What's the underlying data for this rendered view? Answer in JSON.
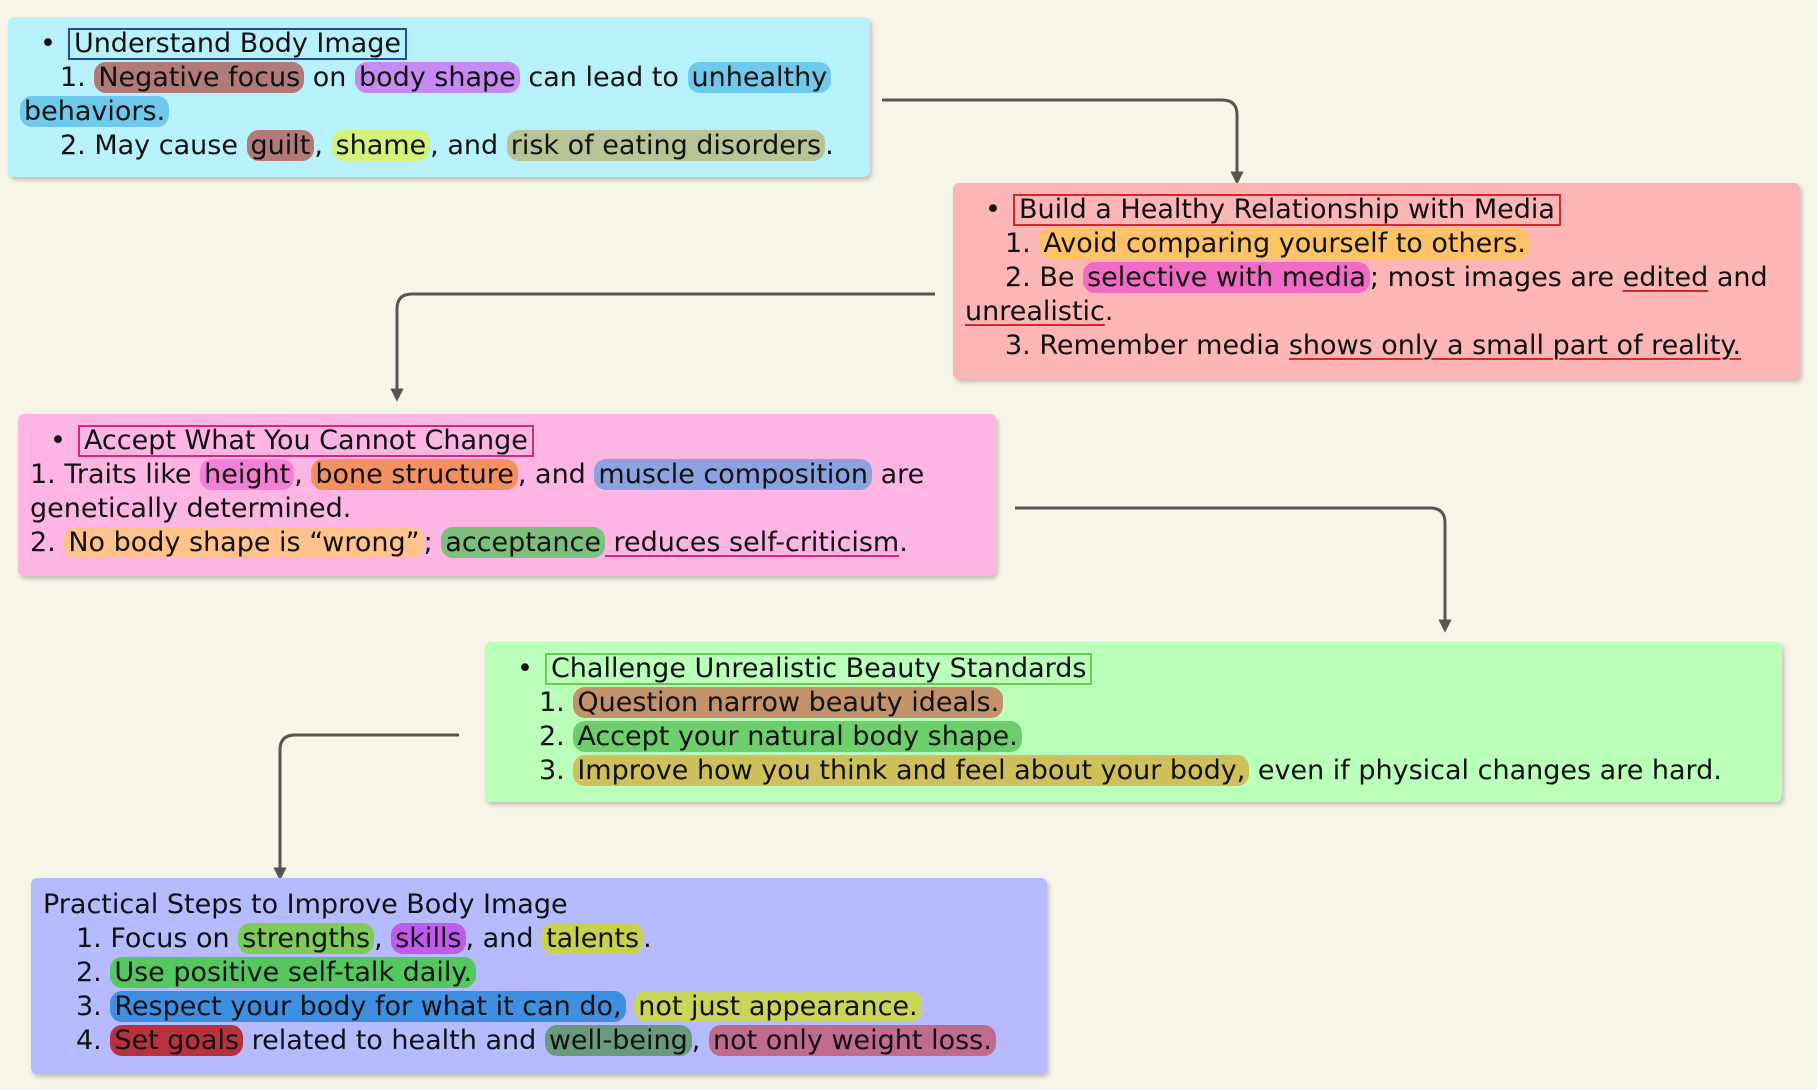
{
  "colors": {
    "arrow": "#555555",
    "card_blue": "#b7f1fb",
    "card_red": "#fdb6b6",
    "card_pink": "#fdb6e3",
    "card_green": "#baffba",
    "card_purple": "#b6baff"
  },
  "understand": {
    "title": "Understand Body Image",
    "title_border": "#1f4e9a",
    "lines": [
      [
        {
          "t": "1. "
        },
        {
          "t": "Negative focus",
          "hl": "#b07a78"
        },
        {
          "t": " on "
        },
        {
          "t": "body shape",
          "hl": "#c58bf2"
        },
        {
          "t": " can lead to "
        },
        {
          "t": "unhealthy",
          "hl": "#6ec9ea"
        }
      ],
      [
        {
          "t": "behaviors.",
          "hl": "#6ec9ea"
        }
      ],
      [
        {
          "t": "2. May cause "
        },
        {
          "t": "guilt",
          "hl": "#b07a78"
        },
        {
          "t": ", "
        },
        {
          "t": "shame",
          "hl": "#d4f27a"
        },
        {
          "t": ", and "
        },
        {
          "t": "risk of eating disorders",
          "hl": "#b8c496"
        },
        {
          "t": "."
        }
      ]
    ]
  },
  "media": {
    "title": "Build a Healthy Relationship with Media",
    "title_border": "#d9262d",
    "lines": [
      [
        {
          "t": "1. "
        },
        {
          "t": "Avoid comparing yourself to others.",
          "hl": "#ffc266"
        }
      ],
      [
        {
          "t": "2. Be "
        },
        {
          "t": "selective with media",
          "hl": "#f16ac3"
        },
        {
          "t": "; most images are "
        },
        {
          "t": "edited",
          "ul": "#d9262d"
        },
        {
          "t": " and"
        }
      ],
      [
        {
          "t": "unrealistic",
          "ul": "#d9262d"
        },
        {
          "t": "."
        }
      ],
      [
        {
          "t": "3. Remember media "
        },
        {
          "t": "shows only a small part of reality.",
          "ul": "#d9262d"
        }
      ]
    ]
  },
  "accept": {
    "title": "Accept What You Cannot Change",
    "title_border": "#d6287f",
    "lines": [
      [
        {
          "t": "1. Traits like "
        },
        {
          "t": "height",
          "hl": "#f37fd6"
        },
        {
          "t": ", "
        },
        {
          "t": "bone structure",
          "hl": "#f59161"
        },
        {
          "t": ", and "
        },
        {
          "t": "muscle composition",
          "hl": "#8aa2e0"
        },
        {
          "t": " are"
        }
      ],
      [
        {
          "t": "genetically determined."
        }
      ],
      [
        {
          "t": "2. "
        },
        {
          "t": "No body shape is “wrong”",
          "hl": "#ffc28a"
        },
        {
          "t": "; "
        },
        {
          "t": "acceptance",
          "hl": "#7dbf7d"
        },
        {
          "t": " reduces self-criticism",
          "ul": "#d6287f"
        },
        {
          "t": "."
        }
      ]
    ]
  },
  "challenge": {
    "title": "Challenge Unrealistic Beauty Standards",
    "title_border": "#6dc94c",
    "lines": [
      [
        {
          "t": "1. "
        },
        {
          "t": "Question narrow beauty ideals.",
          "hl": "#c2926a"
        }
      ],
      [
        {
          "t": "2. "
        },
        {
          "t": "Accept your natural body shape.",
          "hl": "#6ccf6c"
        }
      ],
      [
        {
          "t": "3. "
        },
        {
          "t": "Improve how you think and feel about your body,",
          "hl": "#cfc05c"
        },
        {
          "t": " even if physical changes are hard."
        }
      ]
    ]
  },
  "practical": {
    "title": "Practical Steps to Improve Body Image",
    "lines": [
      [
        {
          "t": "1. Focus on "
        },
        {
          "t": "strengths",
          "hl": "#7ccc56"
        },
        {
          "t": ", "
        },
        {
          "t": "skills",
          "hl": "#c35af0"
        },
        {
          "t": ", and "
        },
        {
          "t": "talents",
          "hl": "#c9d14c"
        },
        {
          "t": "."
        }
      ],
      [
        {
          "t": "2. "
        },
        {
          "t": "Use positive self-talk daily.",
          "hl": "#54c85e"
        }
      ],
      [
        {
          "t": "3. "
        },
        {
          "t": "Respect your body for what it can do,",
          "hl": "#3e8fe0"
        },
        {
          "t": " "
        },
        {
          "t": "not just appearance.",
          "hl": "#c9d65a"
        }
      ],
      [
        {
          "t": "4. "
        },
        {
          "t": "Set goals",
          "hl": "#b8323e"
        },
        {
          "t": " related to health and "
        },
        {
          "t": "well-being",
          "hl": "#6a9a7e"
        },
        {
          "t": ", "
        },
        {
          "t": "not only weight loss.",
          "hl": "#c06a8e"
        }
      ]
    ]
  }
}
